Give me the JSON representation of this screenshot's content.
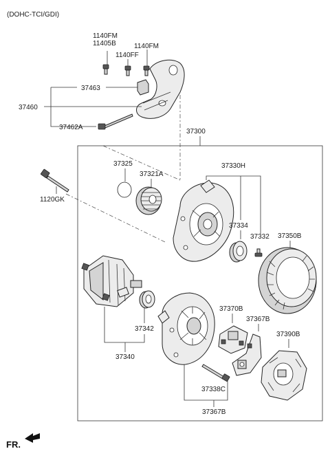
{
  "header": {
    "title": "(DOHC-TCI/GDI)"
  },
  "footer": {
    "direction_label": "FR."
  },
  "labels": {
    "p1140fm_a": "1140FM",
    "p11405b": "11405B",
    "p1140fm_b": "1140FM",
    "p1140ff": "1140FF",
    "p37463": "37463",
    "p37460": "37460",
    "p37462a": "37462A",
    "p37300": "37300",
    "p37325": "37325",
    "p37321a": "37321A",
    "p37330h": "37330H",
    "p1120gk": "1120GK",
    "p37334": "37334",
    "p37332": "37332",
    "p37350b": "37350B",
    "p37370b": "37370B",
    "p37367b_a": "37367B",
    "p37342": "37342",
    "p37390b": "37390B",
    "p37340": "37340",
    "p37338c": "37338C",
    "p37367b_b": "37367B"
  }
}
